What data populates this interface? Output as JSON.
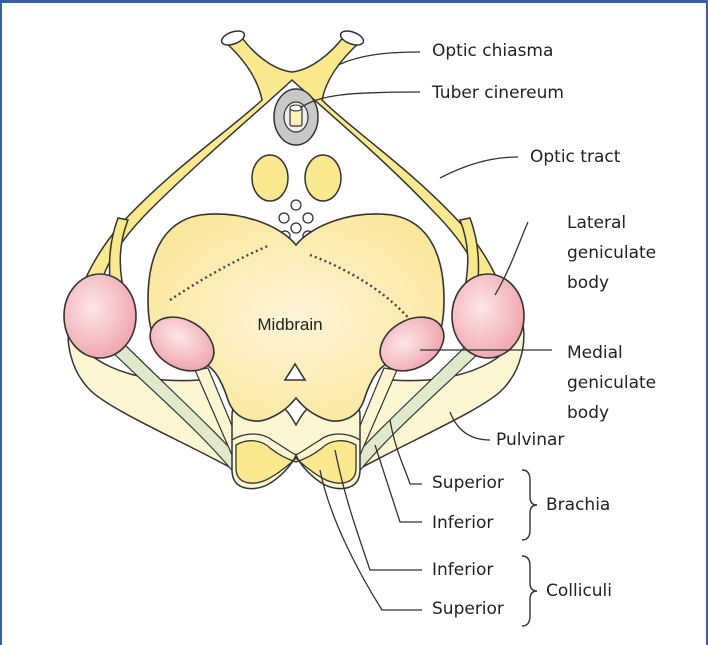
{
  "diagram": {
    "center_label": "Midbrain",
    "labels": {
      "optic_chiasma": "Optic chiasma",
      "tuber_cinereum": "Tuber cinereum",
      "optic_tract": "Optic tract",
      "lateral_geniculate": [
        "Lateral",
        "geniculate",
        "body"
      ],
      "medial_geniculate": [
        "Medial",
        "geniculate",
        "body"
      ],
      "pulvinar": "Pulvinar",
      "brachia_superior": "Superior",
      "brachia_inferior": "Inferior",
      "brachia_group": "Brachia",
      "colliculi_inferior": "Inferior",
      "colliculi_superior": "Superior",
      "colliculi_group": "Colliculi"
    },
    "colors": {
      "yellow_fill": "#fbe98f",
      "midbrain_fill": "#fdf0bd",
      "pink_fill": "#f2a9b0",
      "cream_fill": "#fdf6d3",
      "outline": "#333333",
      "frame_border": "#3b5ea8"
    }
  }
}
